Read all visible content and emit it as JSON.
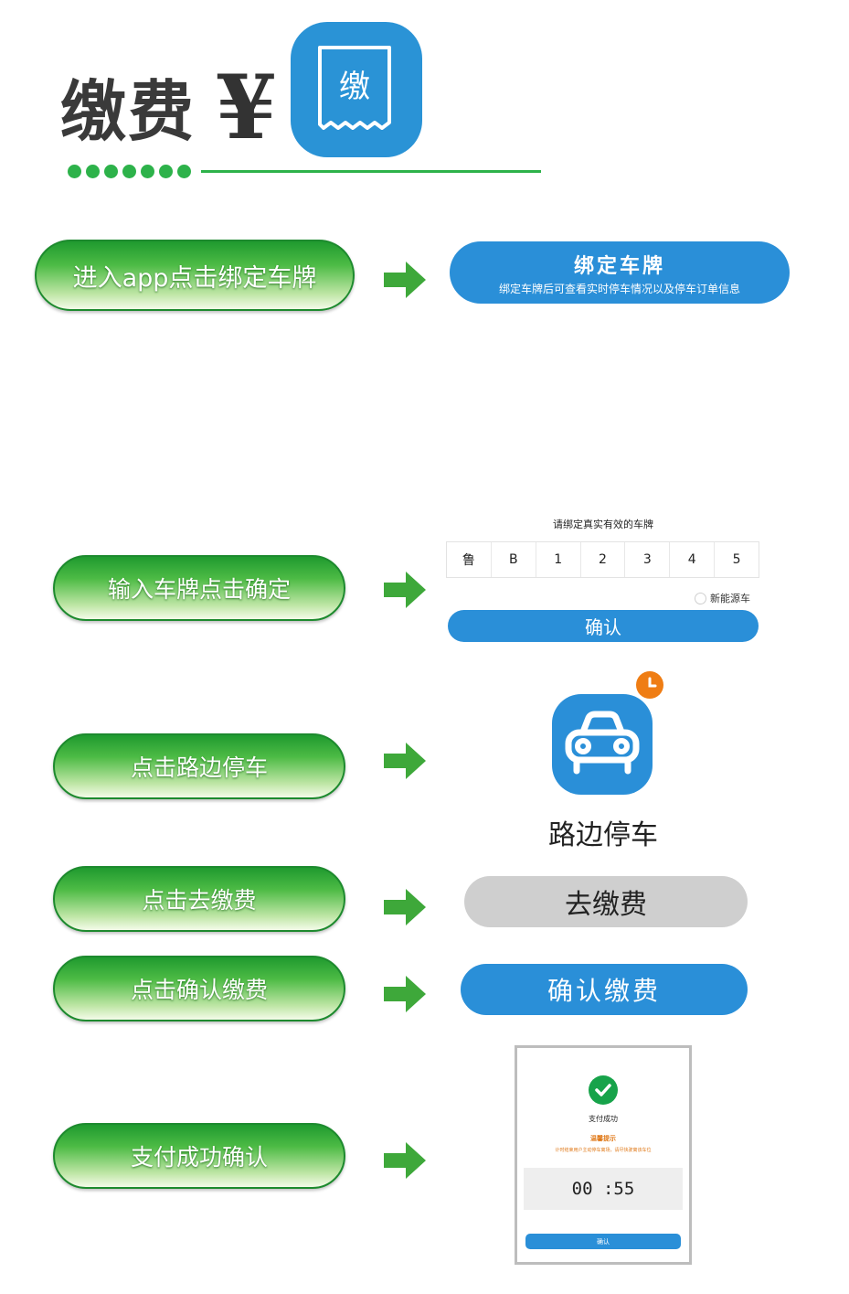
{
  "header": {
    "title": "缴费",
    "currency_symbol": "¥",
    "app_icon_label": "缴"
  },
  "colors": {
    "green_accent": "#2db24a",
    "blue_brand": "#2a8fd8",
    "gray_button": "#cfcfcf",
    "clock_badge": "#ef7d14",
    "success_green": "#17a34a"
  },
  "steps": [
    {
      "label": "进入app点击绑定车牌"
    },
    {
      "label": "输入车牌点击确定"
    },
    {
      "label": "点击路边停车"
    },
    {
      "label": "点击去缴费"
    },
    {
      "label": "点击确认缴费"
    },
    {
      "label": "支付成功确认"
    }
  ],
  "bind_plate": {
    "title": "绑定车牌",
    "subtitle": "绑定车牌后可查看实时停车情况以及停车订单信息"
  },
  "plate_input": {
    "hint": "请绑定真实有效的车牌",
    "chars": [
      "鲁",
      "B",
      "1",
      "2",
      "3",
      "4",
      "5"
    ],
    "new_energy_label": "新能源车",
    "confirm_label": "确认"
  },
  "roadside": {
    "icon": "car-icon",
    "badge_icon": "clock-icon",
    "label": "路边停车"
  },
  "go_pay": {
    "label": "去缴费"
  },
  "confirm_pay": {
    "label": "确认缴费"
  },
  "payment_result": {
    "status_icon": "check-circle-icon",
    "status": "支付成功",
    "tip_title": "温馨提示",
    "tip_text": "计时结束用户主动停车离场，请尽快驶离该车位",
    "timer": "00 :55",
    "confirm_label": "确认"
  }
}
